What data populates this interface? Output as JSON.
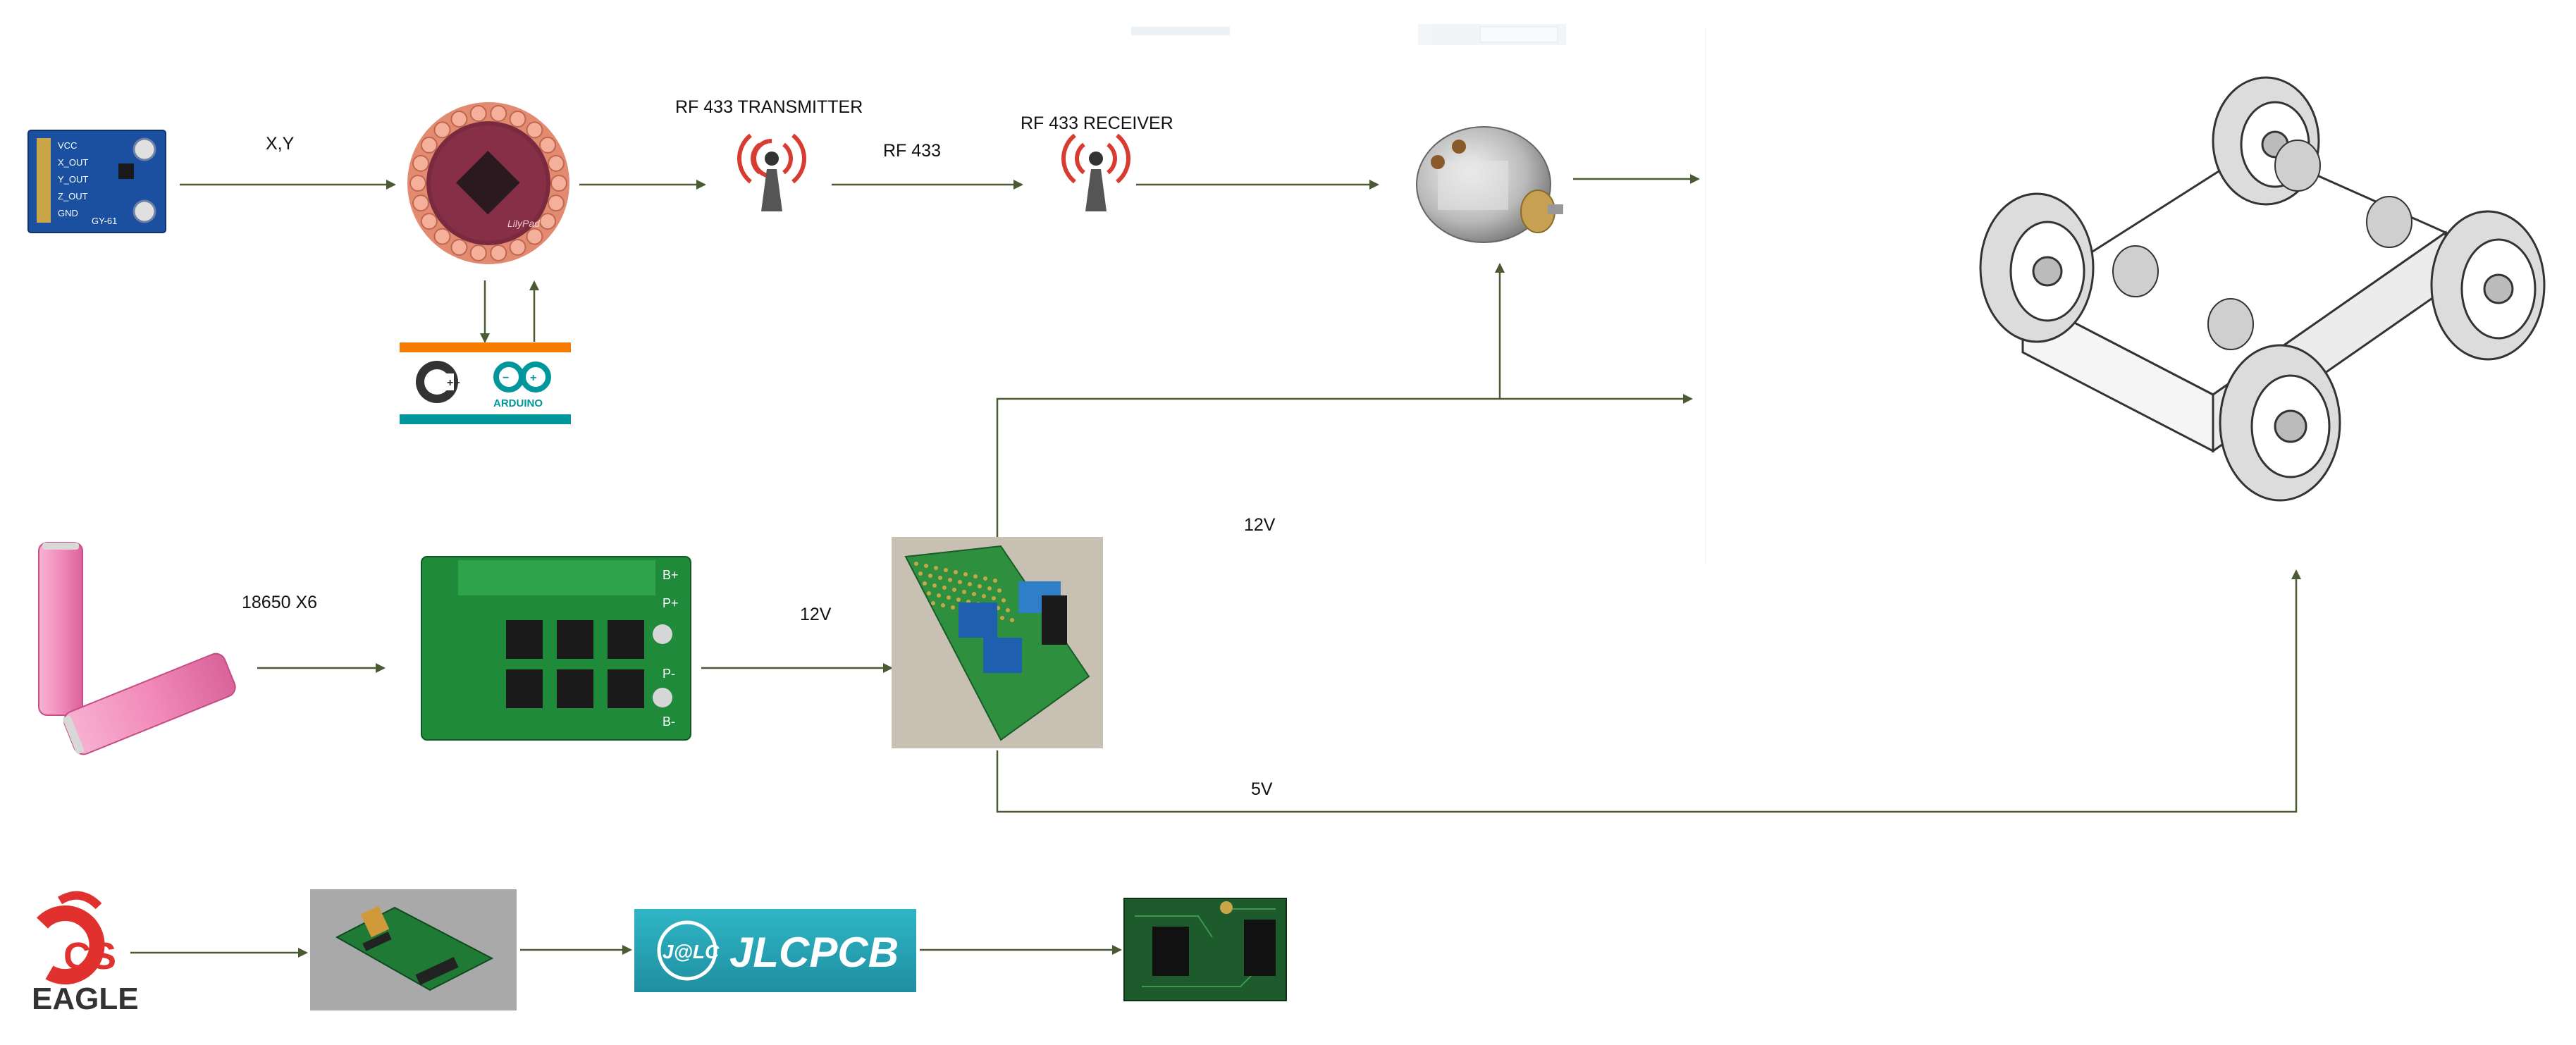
{
  "labels": {
    "xy": "X,Y",
    "rf_transmitter": "RF 433 TRANSMITTER",
    "rf_433": "RF 433",
    "rf_receiver": "RF 433 RECEIVER",
    "battery": "18650 X6",
    "v12_bms": "12V",
    "v12_motor": "12V",
    "v5": "5V"
  },
  "sensor": {
    "pins": [
      "VCC",
      "X_OUT",
      "Y_OUT",
      "Z_OUT",
      "GND"
    ],
    "model": "GY-61"
  },
  "logos": {
    "arduino": "ARDUINO",
    "eagle_cs": "CS",
    "eagle": "EAGLE",
    "jlc": "J@LC",
    "jlcpcb": "JLCPCB"
  },
  "bms": {
    "b_plus": "B+",
    "p_plus": "P+",
    "p_minus": "P-",
    "b_minus": "B-"
  },
  "colors": {
    "arrow": "#4a5a32",
    "sensor_blue": "#1b4fa0",
    "pcb_green": "#1f8a3a",
    "battery_pink": "#f08cb8",
    "jlc_teal": "#27a6b5",
    "arduino_teal": "#00979c",
    "orange": "#f57c00"
  }
}
